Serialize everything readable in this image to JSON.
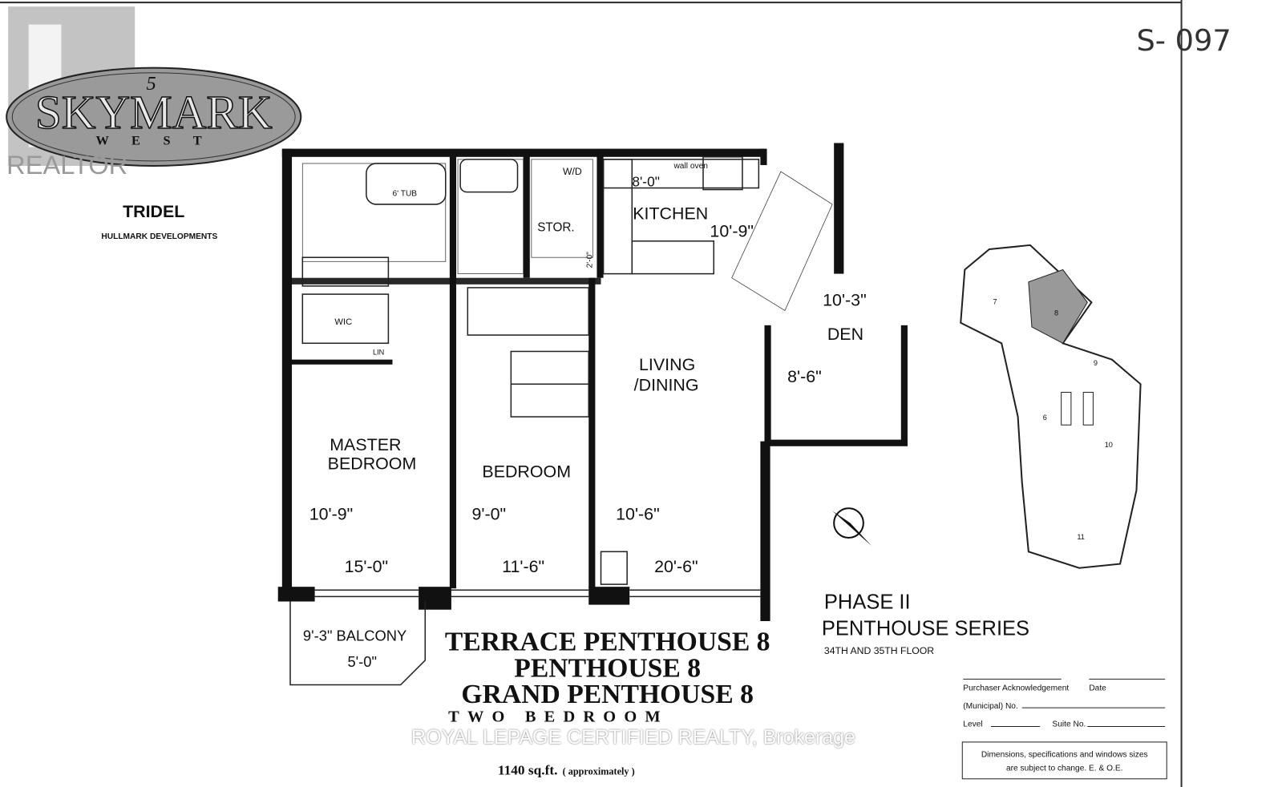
{
  "logo": {
    "brand": "SKYMARK",
    "sub": "W E S T",
    "mark": "5",
    "watermark": "REALTOR"
  },
  "developers": {
    "primary": "TRIDEL",
    "secondary": "HULLMARK DEVELOPMENTS"
  },
  "stamp": "S- 097",
  "rooms": {
    "master": {
      "name": "MASTER\nBEDROOM",
      "line1": "MASTER",
      "line2": "BEDROOM",
      "width": "10'-9\"",
      "length": "15'-0\""
    },
    "bedroom": {
      "name": "BEDROOM",
      "width": "9'-0\"",
      "length": "11'-6\""
    },
    "living": {
      "line1": "LIVING",
      "line2": "/DINING",
      "width": "10'-6\"",
      "length": "20'-6\""
    },
    "den": {
      "name": "DEN",
      "length": "10'-3\"",
      "width": "8'-6\""
    },
    "kitchen": {
      "name": "KITCHEN",
      "length": "10'-9\"",
      "width": "8'-0\"",
      "oven": "wall oven"
    },
    "balcony": {
      "name": "9'-3\" BALCONY",
      "depth": "5'-0\""
    },
    "wic": "WIC",
    "lin": "LIN",
    "stor": "STOR.",
    "wd": "W/D",
    "tub": "6' TUB",
    "stor_dim": "2'-0\""
  },
  "title": {
    "line1": "TERRACE PENTHOUSE 8",
    "line2": "PENTHOUSE 8",
    "line3": "GRAND PENTHOUSE 8",
    "line4": "TWO BEDROOM",
    "area": "1140 sq.ft.",
    "area_note": "( approximately )"
  },
  "series": {
    "phase": "PHASE II",
    "name": "PENTHOUSE SERIES",
    "floors": "34TH AND 35TH FLOOR"
  },
  "keyplan": {
    "units": [
      "7",
      "8",
      "9",
      "6",
      "10",
      "11"
    ],
    "highlighted": "8"
  },
  "form": {
    "ack": "Purchaser Acknowledgement",
    "date": "Date",
    "municipal": "(Municipal) No.",
    "level": "Level",
    "suite": "Suite No.",
    "disclaimer1": "Dimensions, specifications and windows sizes",
    "disclaimer2": "are subject to change. E. & O.E."
  },
  "brokerage_watermark": "ROYAL LEPAGE CERTIFIED REALTY, Brokerage"
}
